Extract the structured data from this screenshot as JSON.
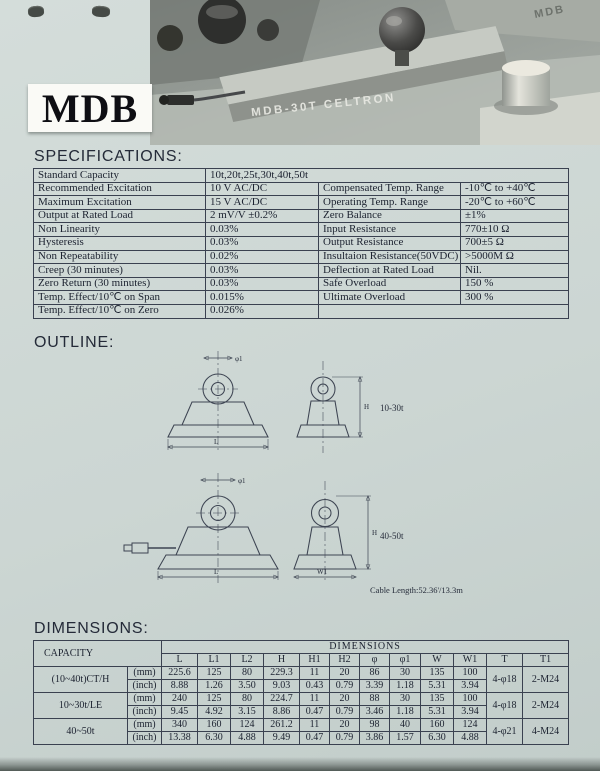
{
  "page": {
    "brand": "MDB",
    "photo": {
      "engraving": "MDB-30T CELTRON",
      "engraving_small": "MDB"
    }
  },
  "specifications": {
    "title": "SPECIFICATIONS:",
    "rows": [
      [
        "Standard Capacity",
        "10t,20t,25t,30t,40t,50t",
        "",
        ""
      ],
      [
        "Recommended Excitation",
        "10 V AC/DC",
        "Compensated Temp. Range",
        "-10℃  to +40℃"
      ],
      [
        "Maximum Excitation",
        "15 V AC/DC",
        "Operating Temp. Range",
        "-20℃  to +60℃"
      ],
      [
        "Output at Rated Load",
        "2 mV/V ±0.2%",
        "Zero Balance",
        "±1%"
      ],
      [
        "Non Linearity",
        "0.03%",
        "Input Resistance",
        "770±10  Ω"
      ],
      [
        "Hysteresis",
        "0.03%",
        "Output Resistance",
        "700±5  Ω"
      ],
      [
        "Non Repeatability",
        "0.02%",
        "Insultaion Resistance(50VDC)",
        ">5000M  Ω"
      ],
      [
        "Creep (30 minutes)",
        "0.03%",
        "Deflection at Rated Load",
        "Nil."
      ],
      [
        "Zero Return (30 minutes)",
        "0.03%",
        "Safe Overload",
        "150 %"
      ],
      [
        "Temp. Effect/10℃ on Span",
        "0.015%",
        "Ultimate Overload",
        "300  %"
      ],
      [
        "Temp. Effect/10℃ on Zero",
        "0.026%",
        "",
        ""
      ]
    ]
  },
  "outline": {
    "title": "OUTLINE:",
    "small_label": "10-30t",
    "large_label": "40-50t",
    "cable_note": "Cable Length:52.36'/13.3m",
    "dim_phi1": "φ1",
    "dim_h": "H",
    "dim_l": "L",
    "dim_w1": "W1"
  },
  "dimensions": {
    "title": "DIMENSIONS:",
    "capacity_header": "CAPACITY",
    "group_header": "DIMENSIONS",
    "columns": [
      "L",
      "L1",
      "L2",
      "H",
      "H1",
      "H2",
      "φ",
      "φ1",
      "W",
      "W1",
      "T",
      "T1"
    ],
    "unit_mm": "(mm)",
    "unit_inch": "(inch)",
    "groups": [
      {
        "capacity": "(10~40t)CT/H",
        "mm": [
          "225.6",
          "125",
          "80",
          "229.3",
          "11",
          "20",
          "86",
          "30",
          "135",
          "100"
        ],
        "inch": [
          "8.88",
          "1.26",
          "3.50",
          "9.03",
          "0.43",
          "0.79",
          "3.39",
          "1.18",
          "5.31",
          "3.94"
        ],
        "t": "4-φ18",
        "t1": "2-M24"
      },
      {
        "capacity": "10~30t/LE",
        "mm": [
          "240",
          "125",
          "80",
          "224.7",
          "11",
          "20",
          "88",
          "30",
          "135",
          "100"
        ],
        "inch": [
          "9.45",
          "4.92",
          "3.15",
          "8.86",
          "0.47",
          "0.79",
          "3.46",
          "1.18",
          "5.31",
          "3.94"
        ],
        "t": "4-φ18",
        "t1": "2-M24"
      },
      {
        "capacity": "40~50t",
        "mm": [
          "340",
          "160",
          "124",
          "261.2",
          "11",
          "20",
          "98",
          "40",
          "160",
          "124"
        ],
        "inch": [
          "13.38",
          "6.30",
          "4.88",
          "9.49",
          "0.47",
          "0.79",
          "3.86",
          "1.57",
          "6.30",
          "4.88"
        ],
        "t": "4-φ21",
        "t1": "4-M24"
      }
    ]
  }
}
